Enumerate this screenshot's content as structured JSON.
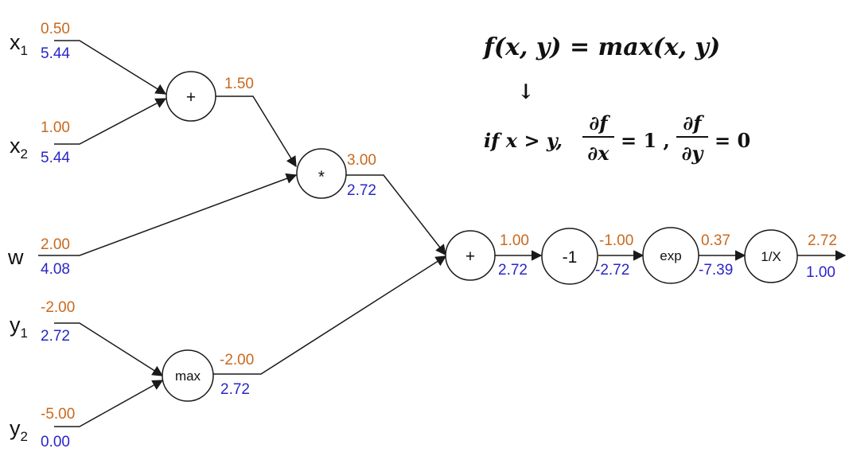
{
  "inputs": {
    "x1": {
      "name": "x",
      "sub": "1",
      "value": "0.50",
      "grad": "5.44"
    },
    "x2": {
      "name": "x",
      "sub": "2",
      "value": "1.00",
      "grad": "5.44"
    },
    "w": {
      "name": "w",
      "value": "2.00",
      "grad": "4.08"
    },
    "y1": {
      "name": "y",
      "sub": "1",
      "value": "-2.00",
      "grad": "2.72"
    },
    "y2": {
      "name": "y",
      "sub": "2",
      "value": "-5.00",
      "grad": "0.00"
    }
  },
  "nodes": {
    "add1": {
      "label": "+",
      "value": "1.50"
    },
    "mul": {
      "label": "*",
      "value": "3.00",
      "grad": "2.72"
    },
    "max": {
      "label": "max",
      "value": "-2.00",
      "grad": "2.72"
    },
    "add2": {
      "label": "+",
      "value": "1.00",
      "grad": "2.72"
    },
    "neg1": {
      "label": "-1",
      "value": "-1.00",
      "grad": "-2.72"
    },
    "exp": {
      "label": "exp",
      "value": "0.37",
      "grad": "-7.39"
    },
    "recip": {
      "label": "1/X",
      "value": "2.72",
      "grad": "1.00"
    }
  },
  "formula": {
    "line1": "f(x, y) = max(x, y)",
    "arrow": "↓",
    "cond": "if x > y,",
    "num1": "∂f",
    "den1": "∂x",
    "eq1": "= 1 ,",
    "num2": "∂f",
    "den2": "∂y",
    "eq2": "= 0"
  },
  "colors": {
    "forward_value": "#c8691e",
    "gradient_value": "#2a26c8"
  }
}
